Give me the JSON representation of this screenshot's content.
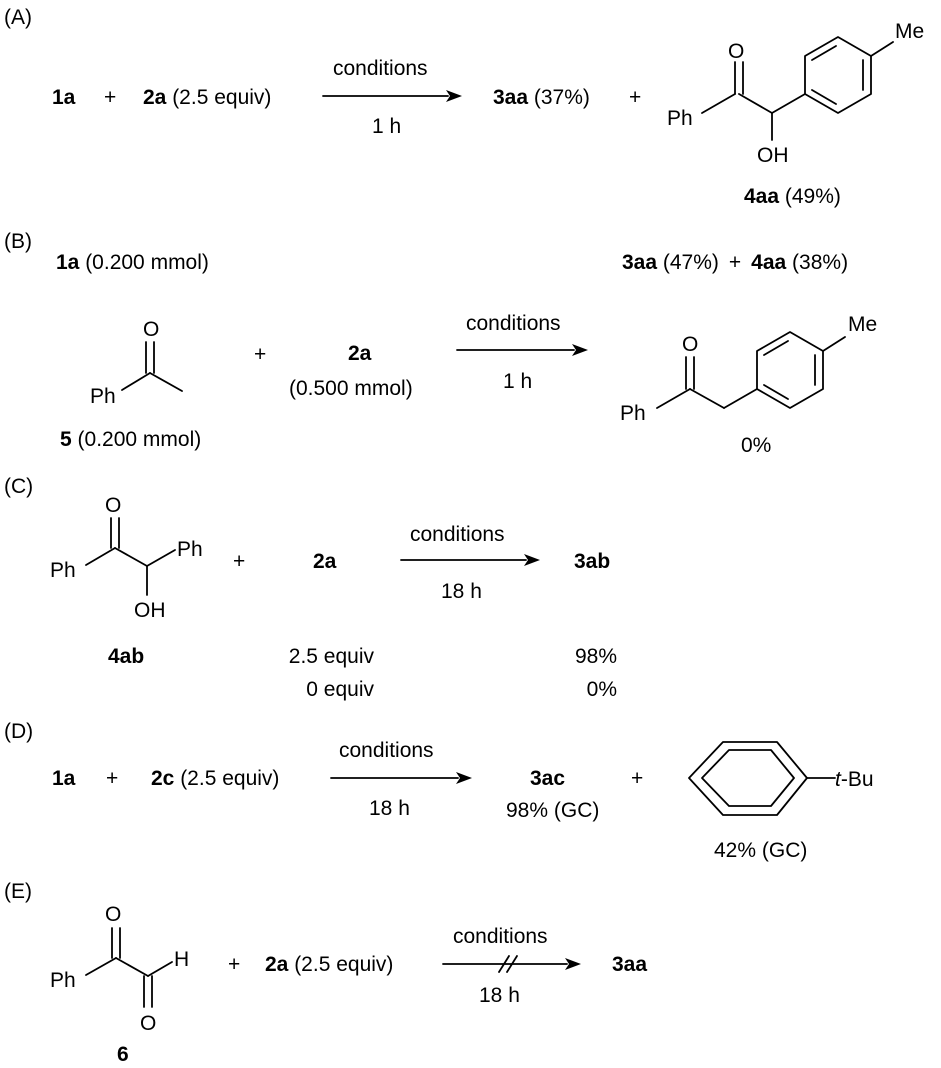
{
  "panelA": {
    "label": "(A)",
    "reactant1": "1a",
    "plus1": "+",
    "reactant2": "2a",
    "reactant2_amount": " (2.5 equiv)",
    "arrow_top": "conditions",
    "arrow_bottom": "1 h",
    "product1": "3aa",
    "product1_yield": " (37%)",
    "plus2": "+",
    "product2": "4aa",
    "product2_yield": " (49%)",
    "atoms": {
      "O": "O",
      "Ph": "Ph",
      "OH": "OH",
      "Me": "Me"
    }
  },
  "panelB": {
    "label": "(B)",
    "ref_reactant": "1a",
    "ref_amount": " (0.200 mmol)",
    "ref_product1": "3aa",
    "ref_yield1": " (47%)",
    "ref_plus": "+",
    "ref_product2": "4aa",
    "ref_yield2": " (38%)",
    "reactant1": "5",
    "reactant1_amount": " (0.200 mmol)",
    "plus": "+",
    "reactant2": "2a",
    "reactant2_amount": "(0.500 mmol)",
    "arrow_top": "conditions",
    "arrow_bottom": "1 h",
    "product_yield": "0%",
    "atoms": {
      "O": "O",
      "Ph": "Ph",
      "Me": "Me"
    }
  },
  "panelC": {
    "label": "(C)",
    "reactant1": "4ab",
    "plus": "+",
    "reactant2": "2a",
    "arrow_top": "conditions",
    "arrow_bottom": "18 h",
    "product": "3ab",
    "rows": [
      {
        "equiv": "2.5 equiv",
        "yield": "98%"
      },
      {
        "equiv": "0 equiv",
        "yield": "0%"
      }
    ],
    "atoms": {
      "O": "O",
      "Ph": "Ph",
      "OH": "OH"
    }
  },
  "panelD": {
    "label": "(D)",
    "reactant1": "1a",
    "plus1": "+",
    "reactant2": "2c",
    "reactant2_amount": " (2.5 equiv)",
    "arrow_top": "conditions",
    "arrow_bottom": "18 h",
    "product1": "3ac",
    "product1_yield": "98% (GC)",
    "plus2": "+",
    "product2_yield": "42% (GC)",
    "atoms": {
      "tBu_t": "t",
      "tBu_rest": "-Bu"
    }
  },
  "panelE": {
    "label": "(E)",
    "reactant1": "6",
    "plus": "+",
    "reactant2": "2a",
    "reactant2_amount": " (2.5 equiv)",
    "arrow_top": "conditions",
    "arrow_bottom": "18 h",
    "product": "3aa",
    "atoms": {
      "O": "O",
      "Ph": "Ph",
      "H": "H"
    }
  }
}
